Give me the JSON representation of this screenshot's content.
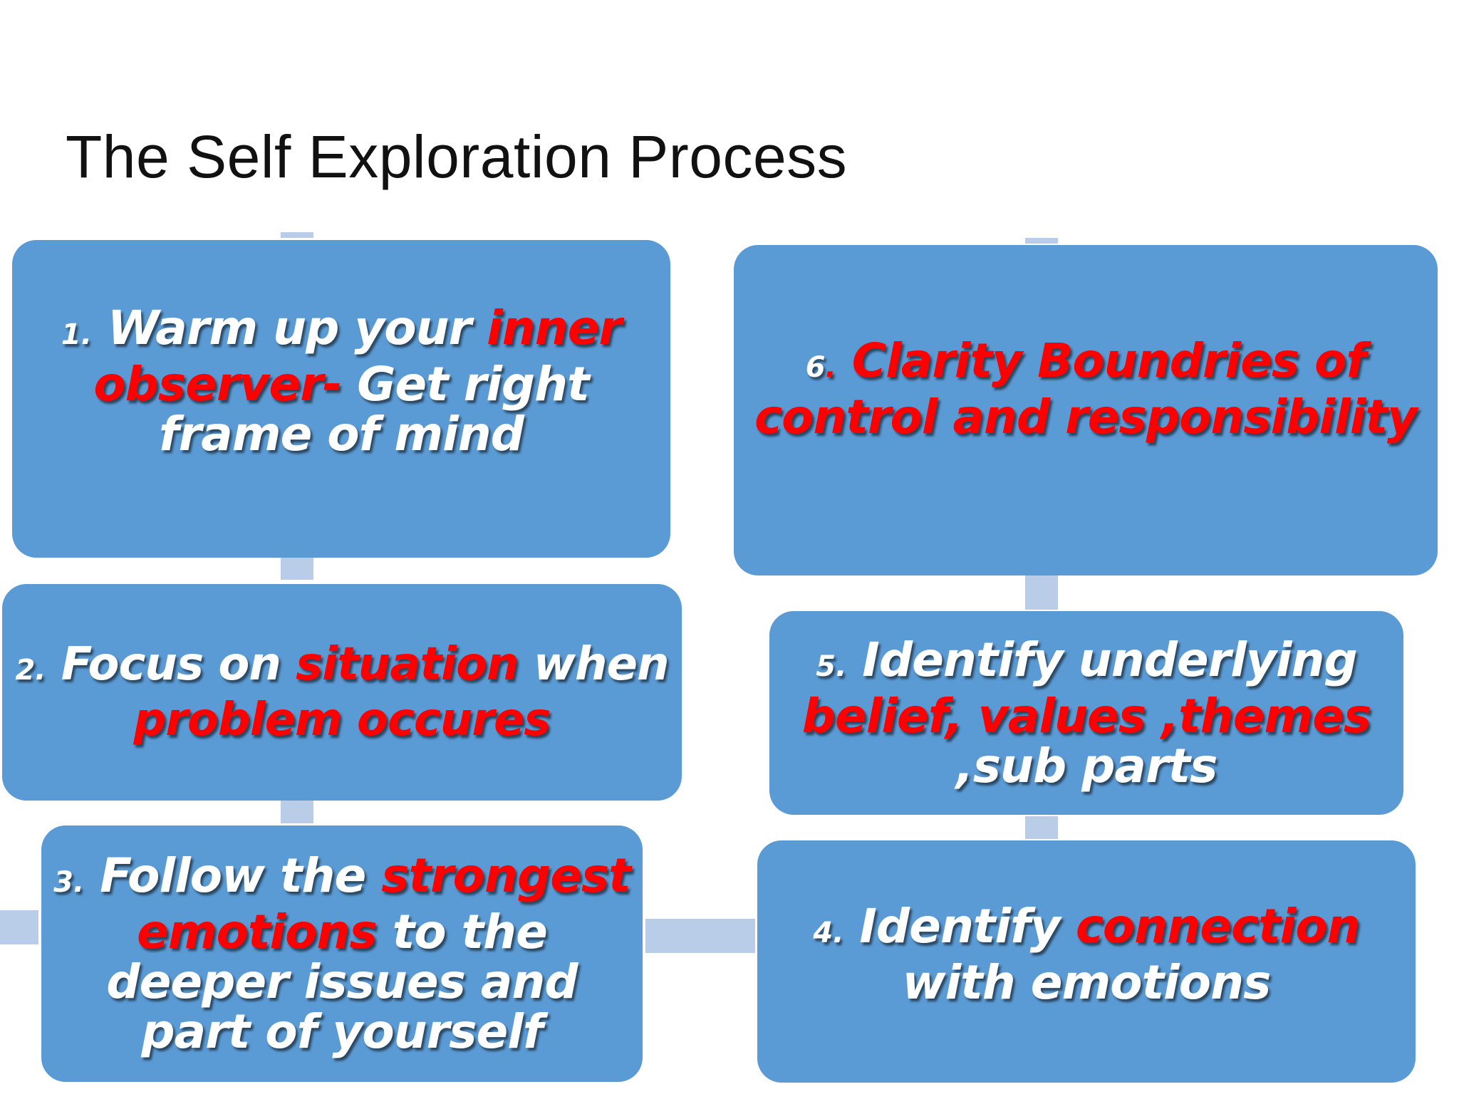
{
  "slide": {
    "title": "The Self Exploration Process"
  },
  "steps": {
    "s1": {
      "num": "1.",
      "t1": "Warm up your ",
      "h1": "inner observer-",
      "t2": " Get right frame of mind"
    },
    "s2": {
      "num": "2.",
      "t1": "Focus on ",
      "h1": "situation",
      "t2": " when ",
      "h2": "problem occures"
    },
    "s3": {
      "num": "3.",
      "t1": "Follow the ",
      "h1": "strongest emotions",
      "t2": " to the deeper issues and part of yourself"
    },
    "s4": {
      "num": "4.",
      "t1": "Identify ",
      "h1": "connection",
      "t2": " with emotions"
    },
    "s5": {
      "num": "5.",
      "t1": "Identify underlying ",
      "h1": "belief, values ,themes",
      "t2": " ,sub parts"
    },
    "s6": {
      "num": "6",
      "h0": ".",
      "h1": " Clarity Boundries of control and responsibility"
    }
  },
  "colors": {
    "box": "#5b9bd5",
    "connector": "#b9cde9",
    "highlight": "#ff0000",
    "text": "#ffffff"
  }
}
